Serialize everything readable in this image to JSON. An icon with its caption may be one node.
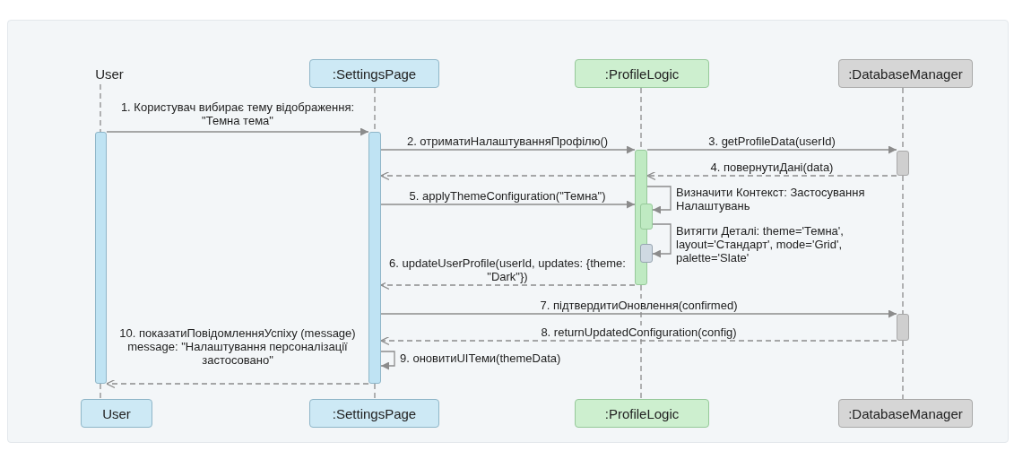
{
  "diagram": {
    "nodes": [
      {
        "text": [
          "User"
        ]
      },
      {
        "text": [
          ":SettingsPage"
        ]
      },
      {
        "text": [
          ":ProfileLogic"
        ]
      },
      {
        "text": [
          ":DatabaseManager"
        ]
      },
      {
        "text": [],
        "shape": "bar"
      },
      {
        "text": [],
        "shape": "bar"
      },
      {
        "text": [],
        "shape": "bar"
      },
      {
        "text": [],
        "shape": "bar"
      },
      {
        "text": [],
        "shape": "bar"
      },
      {
        "text": [],
        "shape": "bar"
      },
      {
        "text": [],
        "shape": "bar"
      },
      {
        "text": [
          "User"
        ]
      },
      {
        "text": [
          ":SettingsPage"
        ]
      },
      {
        "text": [
          ":ProfileLogic"
        ]
      },
      {
        "text": [
          ":DatabaseManager"
        ]
      }
    ],
    "edges": [
      {
        "from": 4,
        "to": 5,
        "arrow": "to",
        "label": "1. Користувач вибирає тему відображення: \"Темна тема\""
      },
      {
        "from": 5,
        "to": 6,
        "arrow": "to",
        "label": "2. отриматиНалаштуванняПрофілю()"
      },
      {
        "from": 6,
        "to": 7,
        "arrow": "to",
        "label": "3. getProfileData(userId)"
      },
      {
        "from": 7,
        "to": 6,
        "arrow": "to",
        "label": "4. повернутиДані(data)",
        "style": "dashed"
      },
      {
        "from": 6,
        "to": 5,
        "arrow": "to",
        "style": "dashed"
      },
      {
        "from": 5,
        "to": 6,
        "arrow": "to",
        "label": "5. applyThemeConfiguration(\"Темна\")"
      },
      {
        "from": 6,
        "to": 8,
        "arrow": "to",
        "label": "Визначити Контекст: Застосування Налаштувань"
      },
      {
        "from": 8,
        "to": 9,
        "arrow": "to",
        "label": "Витягти Деталі: theme='Темна', layout='Стандарт', mode='Grid', palette='Slate'"
      },
      {
        "from": 6,
        "to": 5,
        "arrow": "to",
        "label": "6. updateUserProfile(userId, updates: {theme:  \"Dark\"})",
        "style": "dashed"
      },
      {
        "from": 5,
        "to": 10,
        "arrow": "to",
        "label": "7. підтвердитиОновлення(confirmed)"
      },
      {
        "from": 10,
        "to": 5,
        "arrow": "to",
        "label": "8. returnUpdatedConfiguration(config)",
        "style": "dashed"
      },
      {
        "from": 5,
        "to": 5,
        "arrow": "to",
        "label": "9. оновитиUIТеми(themeData)"
      },
      {
        "from": 5,
        "to": 4,
        "arrow": "to",
        "label": "10. показатиПовідомленняУспіху (message) message: \"Налаштування персоналізації застосовано\"",
        "style": "dashed"
      },
      {
        "from": 0,
        "to": 4,
        "arrow": "none",
        "style": "dashed"
      },
      {
        "from": 4,
        "to": 11,
        "arrow": "none",
        "style": "dashed"
      },
      {
        "from": 1,
        "to": 5,
        "arrow": "none",
        "style": "dashed"
      },
      {
        "from": 5,
        "to": 12,
        "arrow": "none",
        "style": "dashed"
      },
      {
        "from": 2,
        "to": 6,
        "arrow": "none",
        "style": "dashed"
      },
      {
        "from": 6,
        "to": 13,
        "arrow": "none",
        "style": "dashed"
      },
      {
        "from": 3,
        "to": 7,
        "arrow": "none",
        "style": "dashed"
      },
      {
        "from": 7,
        "to": 10,
        "arrow": "none",
        "style": "dashed"
      },
      {
        "from": 10,
        "to": 14,
        "arrow": "none",
        "style": "dashed"
      }
    ]
  }
}
